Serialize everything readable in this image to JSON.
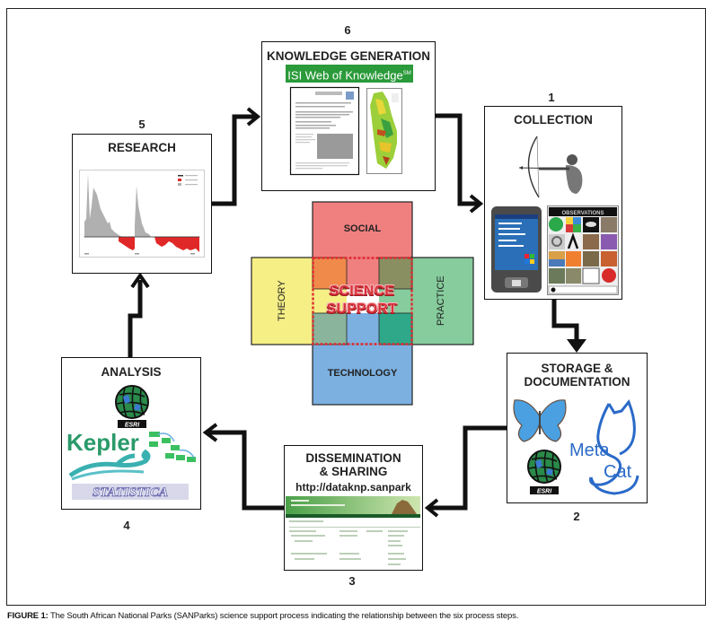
{
  "figure": {
    "caption_label": "FIGURE 1:",
    "caption_text": " The South African National Parks (SANParks) science support process indicating the relationship between the six process steps."
  },
  "steps": [
    {
      "number": "1",
      "title": "COLLECTION",
      "images": [
        "archer-illustration",
        "pda-device",
        "observations-app-screen"
      ],
      "app_screen_title": "OBSERVATIONS"
    },
    {
      "number": "2",
      "title_line1": "STORAGE &",
      "title_line2": "DOCUMENTATION",
      "images": [
        "butterfly-logo",
        "esri-globe-logo",
        "metacat-logo"
      ],
      "metacat_line1": "Meta",
      "metacat_line2": "Cat",
      "esri_label": "ESRI"
    },
    {
      "number": "3",
      "title_line1": "DISSEMINATION",
      "title_line2": "& SHARING",
      "url": "http://dataknp.sanpark",
      "images": [
        "data-repository-screenshot"
      ]
    },
    {
      "number": "4",
      "title": "ANALYSIS",
      "images": [
        "esri-globe-logo",
        "kepler-logo",
        "statistica-logo"
      ],
      "esri_label": "ESRI",
      "kepler_label": "Kepler",
      "statistica_label": "STATISTICA"
    },
    {
      "number": "5",
      "title": "RESEARCH",
      "images": [
        "time-series-chart"
      ]
    },
    {
      "number": "6",
      "title": "KNOWLEDGE GENERATION",
      "isi_label": "ISI Web of Knowledge",
      "isi_mark": "SM",
      "images": [
        "journal-article-thumbnail",
        "vegetation-map-thumbnail"
      ]
    }
  ],
  "center": {
    "top": "SOCIAL",
    "left": "THEORY",
    "right": "PRACTICE",
    "bottom": "TECHNOLOGY",
    "core_line1": "SCIENCE",
    "core_line2": "SUPPORT",
    "colors": {
      "social": "#f08080",
      "theory": "#f5ef85",
      "practice": "#86cc9c",
      "technology": "#7cb0e0",
      "social_theory": "#f08a4a",
      "social_practice": "#8a8f62",
      "theory_technology": "#8ab49c",
      "practice_technology": "#2fa88a",
      "core_border": "#e0282e"
    }
  },
  "flow": [
    "1 to 2",
    "2 to 3",
    "3 to 4",
    "4 to 5",
    "5 to 6",
    "6 to 1"
  ]
}
